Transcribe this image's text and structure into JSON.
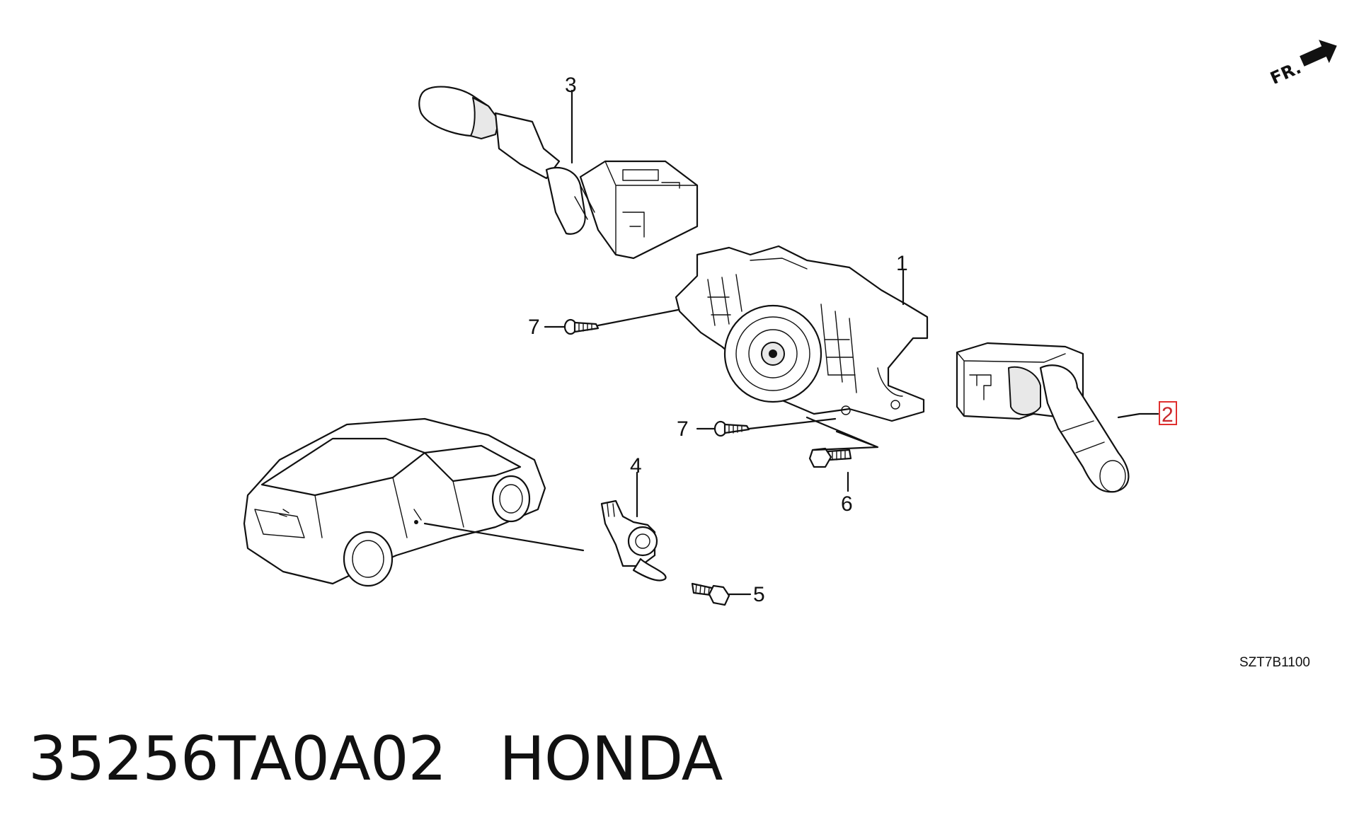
{
  "diagram": {
    "front_marker": "FR.",
    "drawing_code": "SZT7B1100",
    "part_number": "35256TA0A02",
    "brand": "HONDA",
    "highlighted_callout": "2",
    "callouts": [
      {
        "id": "1",
        "label": "1",
        "part": "combination-switch-body"
      },
      {
        "id": "2",
        "label": "2",
        "part": "wiper-switch",
        "highlighted": true
      },
      {
        "id": "3",
        "label": "3",
        "part": "lighting-turn-switch"
      },
      {
        "id": "4",
        "label": "4",
        "part": "sensor-connector"
      },
      {
        "id": "5",
        "label": "5",
        "part": "bolt"
      },
      {
        "id": "6",
        "label": "6",
        "part": "screw"
      },
      {
        "id": "7a",
        "label": "7",
        "part": "tapping-screw-upper"
      },
      {
        "id": "7b",
        "label": "7",
        "part": "tapping-screw-lower"
      }
    ],
    "highlight_color": "#e0302f"
  }
}
